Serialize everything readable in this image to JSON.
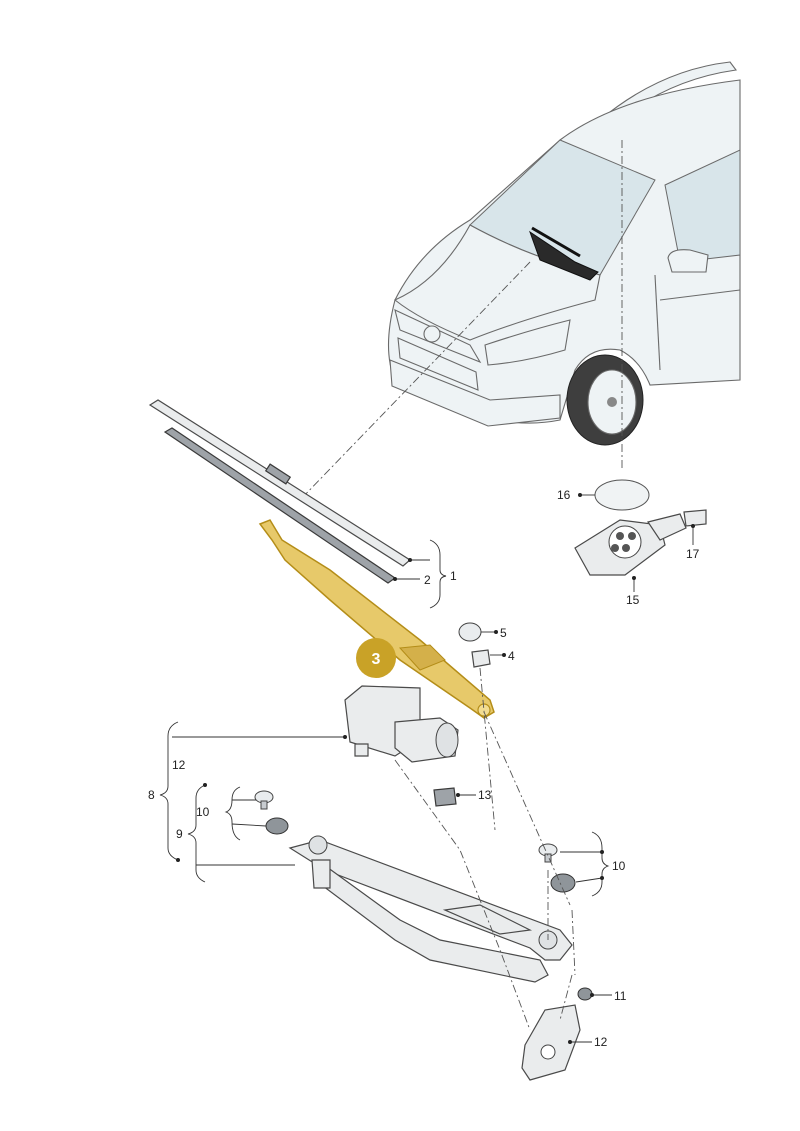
{
  "diagram": {
    "highlight_color": "#c9a227",
    "highlight_badge": "3",
    "labels": {
      "l1": "1",
      "l2": "2",
      "l4": "4",
      "l5": "5",
      "l8": "8",
      "l9": "9",
      "l10a": "10",
      "l10b": "10",
      "l11": "11",
      "l12a": "12",
      "l12b": "12",
      "l13": "13",
      "l15": "15",
      "l16": "16",
      "l17": "17"
    }
  }
}
